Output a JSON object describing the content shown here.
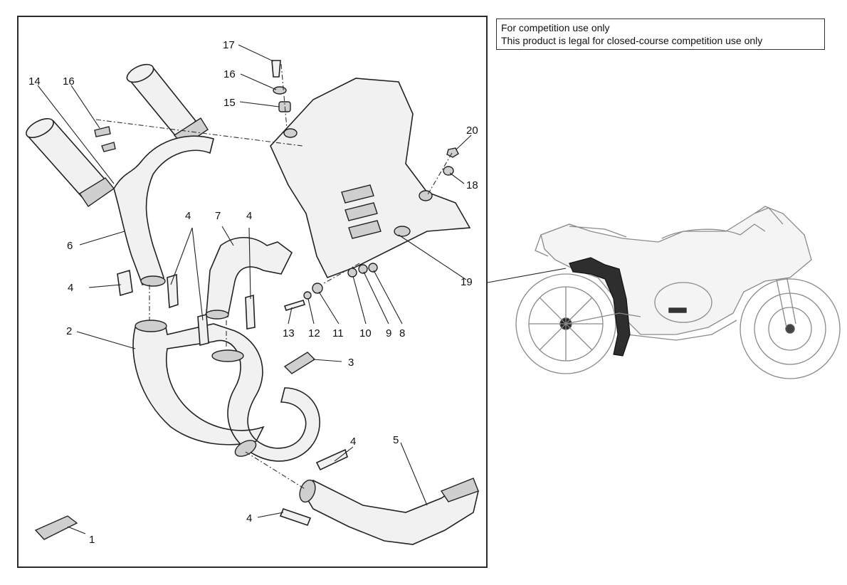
{
  "notice": {
    "line1": "For competition use only",
    "line2": "This product is legal for closed-course competition use only"
  },
  "callouts": {
    "c1": "1",
    "c2": "2",
    "c3": "3",
    "c4a": "4",
    "c4b": "4",
    "c4c": "4",
    "c4d": "4",
    "c4e": "4",
    "c5": "5",
    "c6": "6",
    "c7": "7",
    "c8": "8",
    "c9": "9",
    "c10": "10",
    "c11": "11",
    "c12": "12",
    "c13": "13",
    "c14": "14",
    "c15": "15",
    "c16a": "16",
    "c16b": "16",
    "c17": "17",
    "c18": "18",
    "c19": "19",
    "c20": "20"
  }
}
